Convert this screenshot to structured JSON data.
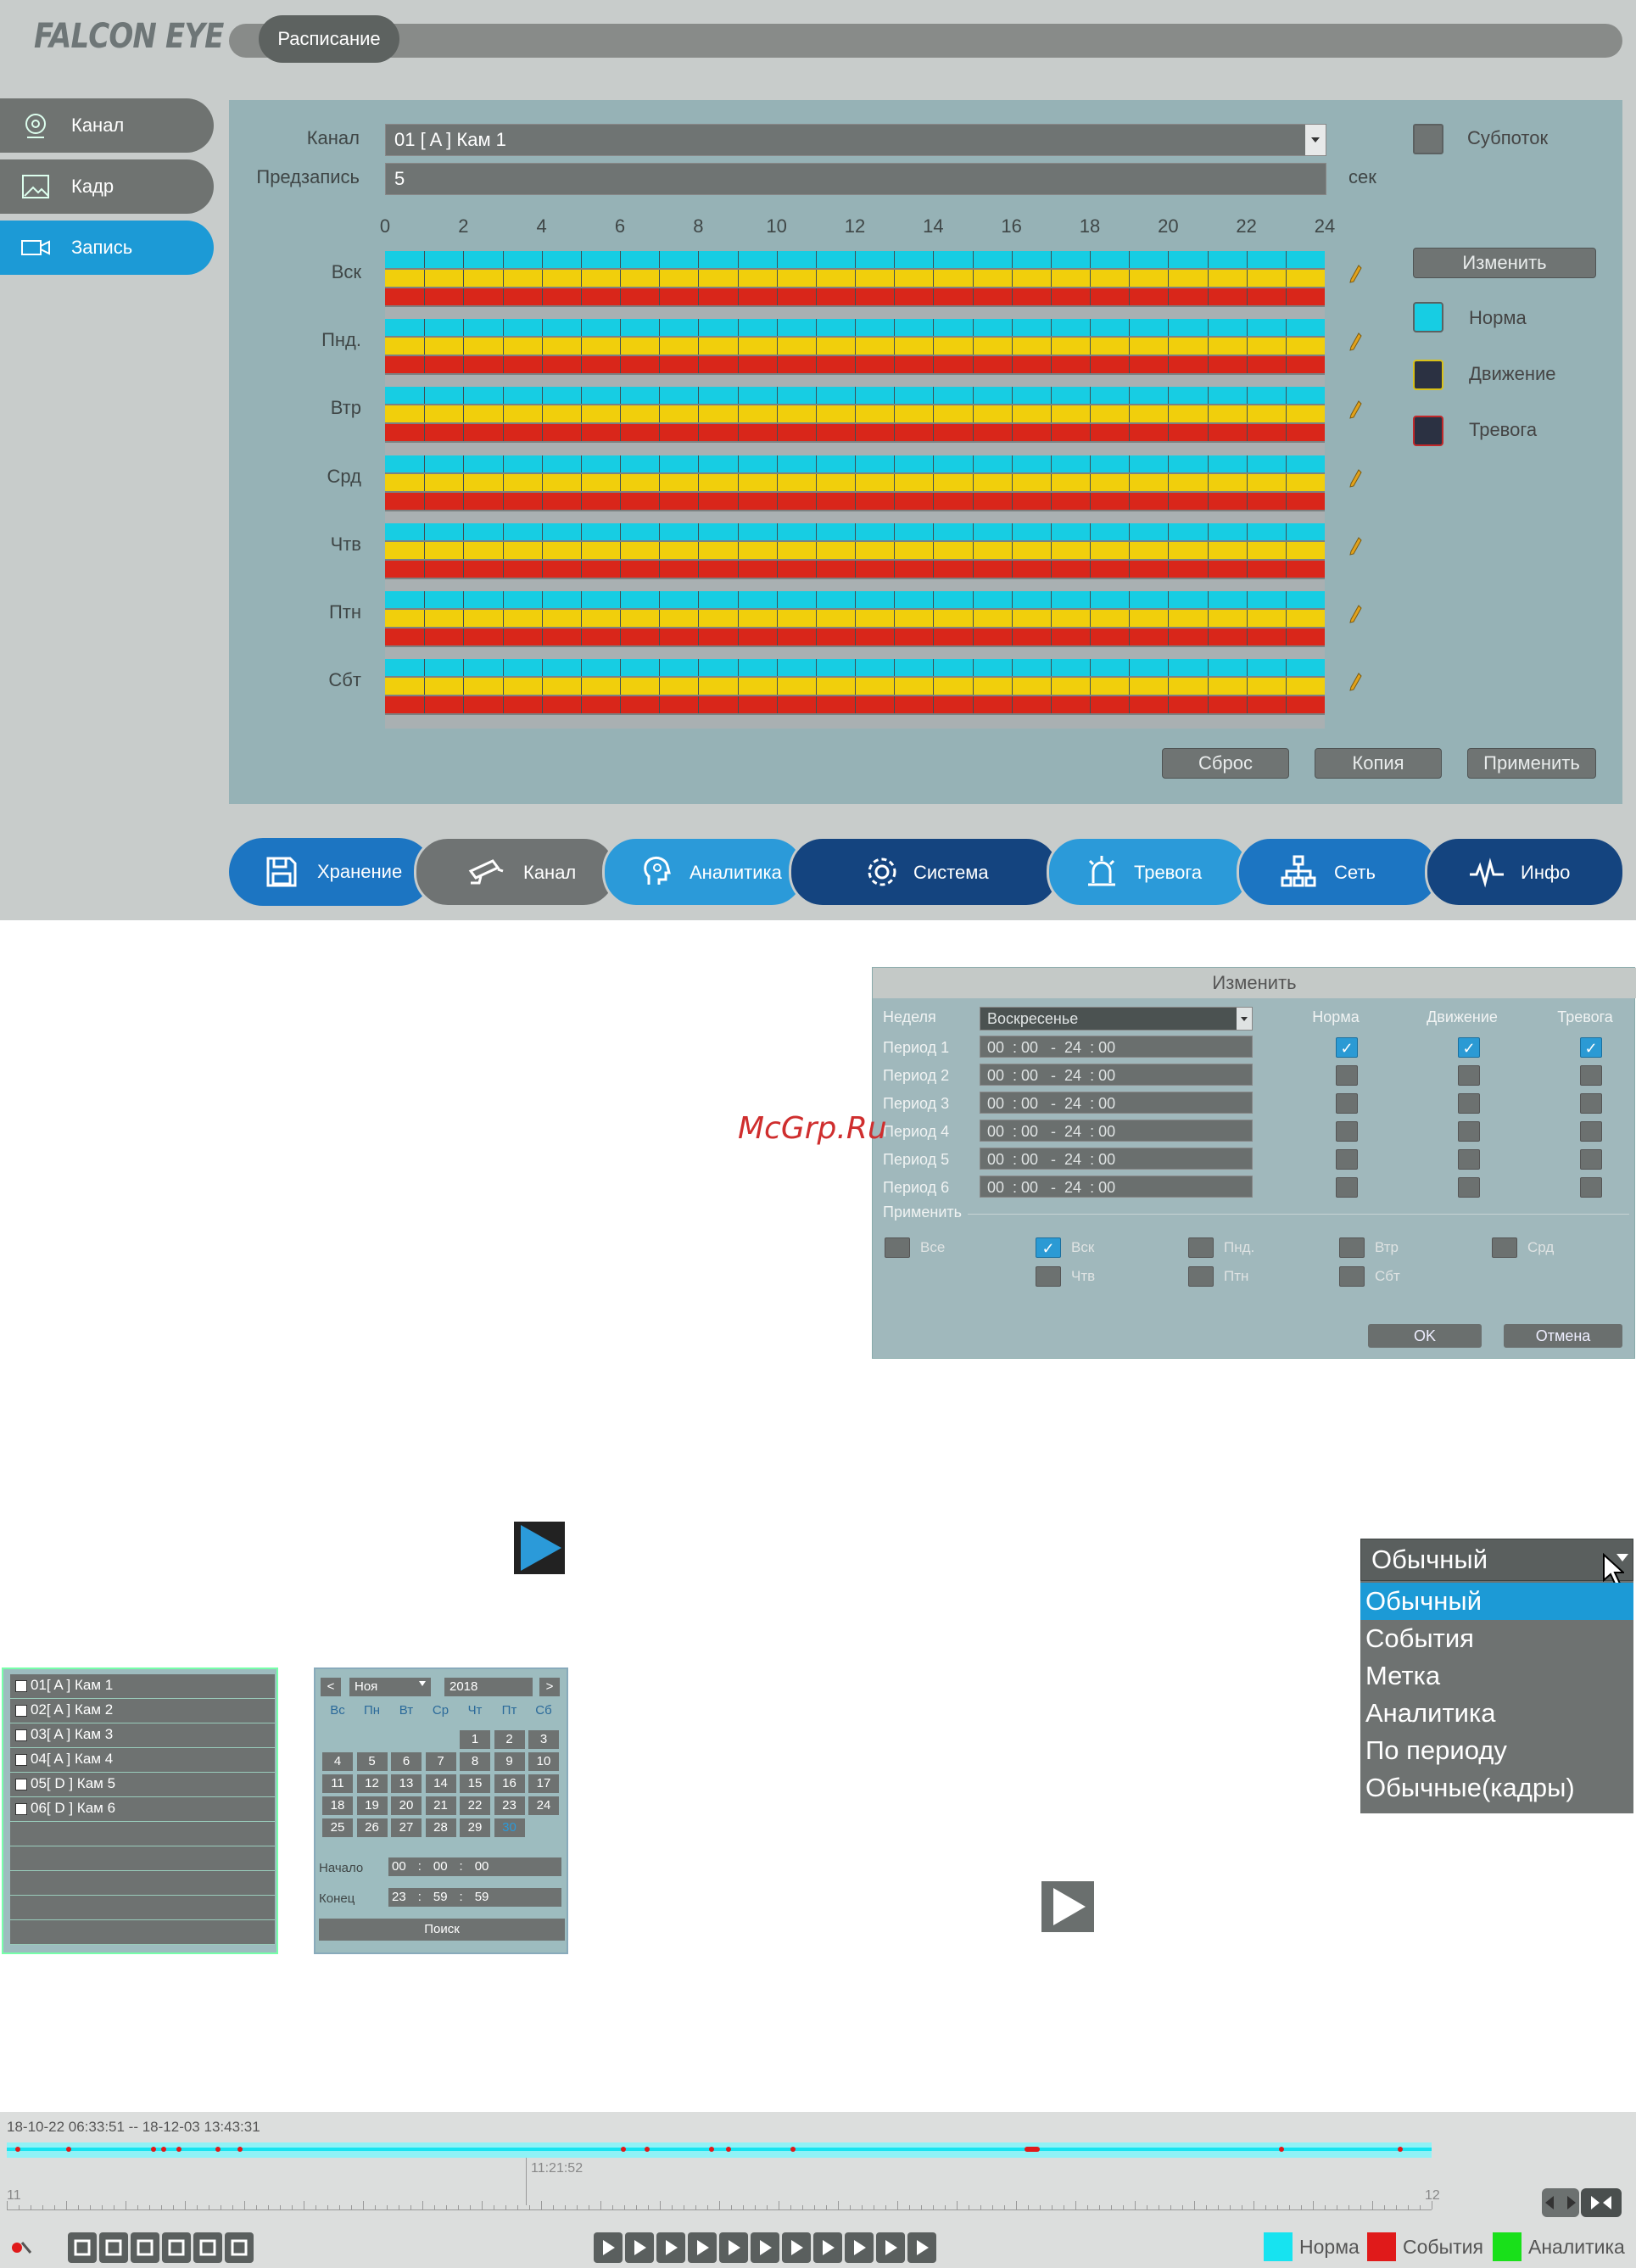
{
  "brand": "FALCON EYE",
  "top_tab": "Расписание",
  "sidebar": {
    "items": [
      {
        "label": "Канал",
        "active": false
      },
      {
        "label": "Кадр",
        "active": false
      },
      {
        "label": "Запись",
        "active": true
      }
    ]
  },
  "form": {
    "channel_label": "Канал",
    "channel_value": "01 [ A ] Кам 1",
    "prerecord_label": "Предзапись",
    "prerecord_value": "5",
    "prerecord_unit": "сек",
    "substream_label": "Субпоток"
  },
  "schedule": {
    "hours": [
      "0",
      "2",
      "4",
      "6",
      "8",
      "10",
      "12",
      "14",
      "16",
      "18",
      "20",
      "22",
      "24"
    ],
    "days": [
      "Вск",
      "Пнд.",
      "Втр",
      "Срд",
      "Чтв",
      "Птн",
      "Сбт"
    ],
    "colors": {
      "norma": "#17cde3",
      "motion": "#f1cf0c",
      "alarm": "#d9261a"
    }
  },
  "legend": {
    "edit_button": "Изменить",
    "items": [
      {
        "label": "Норма",
        "color": "#17cde3"
      },
      {
        "label": "Движение",
        "color": "#2b3142"
      },
      {
        "label": "Тревога",
        "color": "#2b3142"
      }
    ]
  },
  "panel_buttons": {
    "reset": "Сброс",
    "copy": "Копия",
    "apply": "Применить"
  },
  "bottom_nav": [
    {
      "label": "Хранение",
      "icon": "save-icon",
      "color": "#1c75c2"
    },
    {
      "label": "Канал",
      "icon": "camera-icon",
      "color": "#6f7373"
    },
    {
      "label": "Аналитика",
      "icon": "brain-icon",
      "color": "#2b9ad9"
    },
    {
      "label": "Система",
      "icon": "gear-icon",
      "color": "#14447f"
    },
    {
      "label": "Тревога",
      "icon": "alarm-icon",
      "color": "#2b9ad9"
    },
    {
      "label": "Сеть",
      "icon": "network-icon",
      "color": "#1c75c2"
    },
    {
      "label": "Инфо",
      "icon": "pulse-icon",
      "color": "#14447f"
    }
  ],
  "edit_dialog": {
    "title": "Изменить",
    "week_label": "Неделя",
    "week_value": "Воскресенье",
    "col_headers": [
      "Норма",
      "Движение",
      "Тревога"
    ],
    "periods": [
      {
        "label": "Период 1",
        "time": "00  : 00   -  24  : 00",
        "checked": true
      },
      {
        "label": "Период 2",
        "time": "00  : 00   -  24  : 00",
        "checked": false
      },
      {
        "label": "Период 3",
        "time": "00  : 00   -  24  : 00",
        "checked": false
      },
      {
        "label": "Период 4",
        "time": "00  : 00   -  24  : 00",
        "checked": false
      },
      {
        "label": "Период 5",
        "time": "00  : 00   -  24  : 00",
        "checked": false
      },
      {
        "label": "Период 6",
        "time": "00  : 00   -  24  : 00",
        "checked": false
      }
    ],
    "apply_label": "Применить",
    "apply_days": [
      {
        "label": "Все",
        "checked": false
      },
      {
        "label": "Вск",
        "checked": true
      },
      {
        "label": "Пнд.",
        "checked": false
      },
      {
        "label": "Втр",
        "checked": false
      },
      {
        "label": "Срд",
        "checked": false
      },
      {
        "label": "Чтв",
        "checked": false
      },
      {
        "label": "Птн",
        "checked": false
      },
      {
        "label": "Сбт",
        "checked": false
      }
    ],
    "ok": "OK",
    "cancel": "Отмена"
  },
  "watermark": "McGrp.Ru",
  "mode_dropdown": {
    "selected": "Обычный",
    "options": [
      "Обычный",
      "События",
      "Метка",
      "Аналитика",
      "По периоду",
      "Обычные(кадры)"
    ],
    "highlighted_index": 0
  },
  "camera_list": [
    "01[ A ] Кам 1",
    "02[ A ] Кам 2",
    "03[ A ] Кам 3",
    "04[ A ] Кам 4",
    "05[ D ] Кам 5",
    "06[ D ] Кам 6"
  ],
  "calendar": {
    "prev": "<",
    "next": ">",
    "month": "Ноя",
    "year": "2018",
    "dow": [
      "Вс",
      "Пн",
      "Вт",
      "Ср",
      "Чт",
      "Пт",
      "Сб"
    ],
    "days": [
      "1",
      "2",
      "3",
      "4",
      "5",
      "6",
      "7",
      "8",
      "9",
      "10",
      "11",
      "12",
      "13",
      "14",
      "15",
      "16",
      "17",
      "18",
      "19",
      "20",
      "21",
      "22",
      "23",
      "24",
      "25",
      "26",
      "27",
      "28",
      "29",
      "30"
    ],
    "selected_day": "30",
    "start_label": "Начало",
    "start": [
      "00",
      "00",
      "00"
    ],
    "end_label": "Конец",
    "end": [
      "23",
      "59",
      "59"
    ],
    "search": "Поиск"
  },
  "timeline": {
    "range": "18-10-22 06:33:51 -- 18-12-03 13:43:31",
    "cursor_time": "11:21:52",
    "scale_left": "11",
    "scale_right": "12",
    "legend": [
      {
        "label": "Норма",
        "color": "#17e3f0"
      },
      {
        "label": "События",
        "color": "#e01a1a"
      },
      {
        "label": "Аналитика",
        "color": "#19e01a"
      }
    ]
  }
}
